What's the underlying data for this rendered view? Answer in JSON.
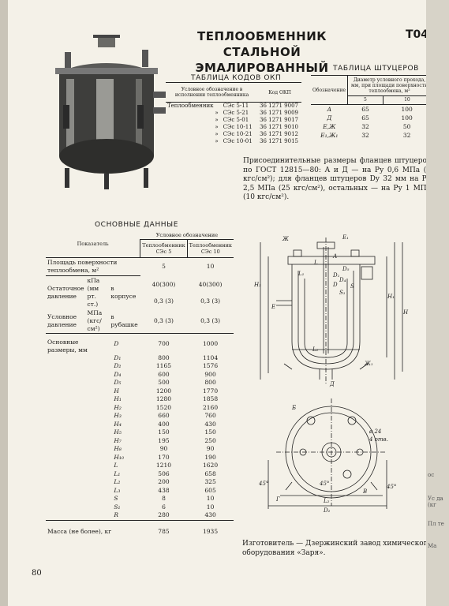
{
  "doc_code": "Т04",
  "title": "ТЕПЛООБМЕННИК СТАЛЬНОЙ ЭМАЛИРОВАННЫЙ",
  "okp": {
    "caption": "ТАБЛИЦА КОДОВ ОКП",
    "col1": "Условное обозначение в исполнении теплообменника",
    "col2": "Код ОКП",
    "rows": [
      {
        "prefix": "Теплообменник",
        "name": "СЭс 5-11",
        "code": "36 1271 9007"
      },
      {
        "prefix": "»",
        "name": "СЭс 5-21",
        "code": "36 1271 9009"
      },
      {
        "prefix": "»",
        "name": "СЭс 5-01",
        "code": "36 1271 9017"
      },
      {
        "prefix": "»",
        "name": "СЭс 10-11",
        "code": "36 1271 9010"
      },
      {
        "prefix": "»",
        "name": "СЭс 10-21",
        "code": "36 1271 9012"
      },
      {
        "prefix": "»",
        "name": "СЭс 10-01",
        "code": "36 1271 9015"
      }
    ]
  },
  "shtutser": {
    "caption": "ТАБЛИЦА ШТУЦЕРОВ",
    "col1": "Обозначение",
    "col2": "Диаметр условного прохода, мм, при площади поверхности теплообмена, м²",
    "c5": "5",
    "c10": "10",
    "rows": [
      {
        "s": "А",
        "a": "65",
        "b": "100"
      },
      {
        "s": "Д",
        "a": "65",
        "b": "100"
      },
      {
        "s": "Е,Ж",
        "a": "32",
        "b": "50"
      },
      {
        "s": "Е₁,Ж₁",
        "a": "32",
        "b": "32"
      }
    ]
  },
  "flange_text": "Присоединительные размеры фланцев штуцеров по ГОСТ 12815—80: А и Д — на Pу 0,6 МПа (6 кгс/см²); для фланцев штуцеров Dу 32 мм на Pу 2,5 МПа (25 кгс/см²), остальных — на Pу 1 МПа (10 кгс/см²).",
  "main": {
    "caption": "ОСНОВНЫЕ ДАННЫЕ",
    "h_param": "Показатель",
    "h_cond": "Условное обозначение",
    "h_a": "Теплообменник СЭс 5",
    "h_b": "Теплообменник СЭс 10",
    "area_label": "Площадь поверхности теплообмена, м²",
    "area_a": "5",
    "area_b": "10",
    "ost_label": "Остаточное давление",
    "ost_unit": "кПа (мм рт. ст.)",
    "korpus": "в корпусе",
    "ost_a": "40(300)",
    "ost_b": "40(300)",
    "kp1_a": "0,3 (3)",
    "kp1_b": "0,3 (3)",
    "usl_label": "Условное давление",
    "usl_unit": "МПа (кгс/см²)",
    "rubash": "в рубашке",
    "usl_a": "0,3 (3)",
    "usl_b": "0,3 (3)",
    "dims_label": "Основные размеры, мм",
    "dims": [
      {
        "s": "D",
        "a": "700",
        "b": "1000"
      },
      {
        "s": "D₁",
        "a": "800",
        "b": "1104"
      },
      {
        "s": "D₂",
        "a": "1165",
        "b": "1576"
      },
      {
        "s": "D₄",
        "a": "600",
        "b": "900"
      },
      {
        "s": "D₅",
        "a": "500",
        "b": "800"
      },
      {
        "s": "H",
        "a": "1200",
        "b": "1770"
      },
      {
        "s": "H₁",
        "a": "1280",
        "b": "1858"
      },
      {
        "s": "H₂",
        "a": "1520",
        "b": "2160"
      },
      {
        "s": "H₃",
        "a": "660",
        "b": "760"
      },
      {
        "s": "H₄",
        "a": "400",
        "b": "430"
      },
      {
        "s": "H₅",
        "a": "150",
        "b": "150"
      },
      {
        "s": "H₇",
        "a": "195",
        "b": "250"
      },
      {
        "s": "H₈",
        "a": "90",
        "b": "90"
      },
      {
        "s": "H₁₀",
        "a": "170",
        "b": "190"
      },
      {
        "s": "L",
        "a": "1210",
        "b": "1620"
      },
      {
        "s": "L₁",
        "a": "506",
        "b": "658"
      },
      {
        "s": "L₂",
        "a": "200",
        "b": "325"
      },
      {
        "s": "L₃",
        "a": "438",
        "b": "605"
      },
      {
        "s": "S",
        "a": "8",
        "b": "10"
      },
      {
        "s": "S₁",
        "a": "6",
        "b": "10"
      },
      {
        "s": "R",
        "a": "280",
        "b": "430"
      }
    ],
    "mass_label": "Масса (не более), кг",
    "mass_a": "785",
    "mass_b": "1935"
  },
  "maker": "Изготовитель — Дзержинский завод химического оборудования «Заря».",
  "page_number": "80",
  "drawing_labels": {
    "top": "Ж",
    "e1": "Е₁",
    "h2": "H₂",
    "h": "H",
    "h1": "H₁",
    "l": "L",
    "l1": "L₁",
    "l2": "L₂",
    "a": "А",
    "zh1": "Ж₁",
    "e": "Е",
    "d": "Д",
    "s": "S",
    "s1": "S₁",
    "d1": "D",
    "d2": "D₁",
    "d4": "D₄",
    "d5": "D₅",
    "b": "Б",
    "v": "В",
    "g": "Г",
    "hole": "ø 24",
    "holes": "4 отв.",
    "ang1": "45°",
    "ang2": "45°",
    "ang3": "45°",
    "pd": "D₂",
    "pl": "L₂"
  },
  "edge_fragments": [
    "ос",
    "Ус да (кг",
    "Пл те",
    "Ма"
  ]
}
